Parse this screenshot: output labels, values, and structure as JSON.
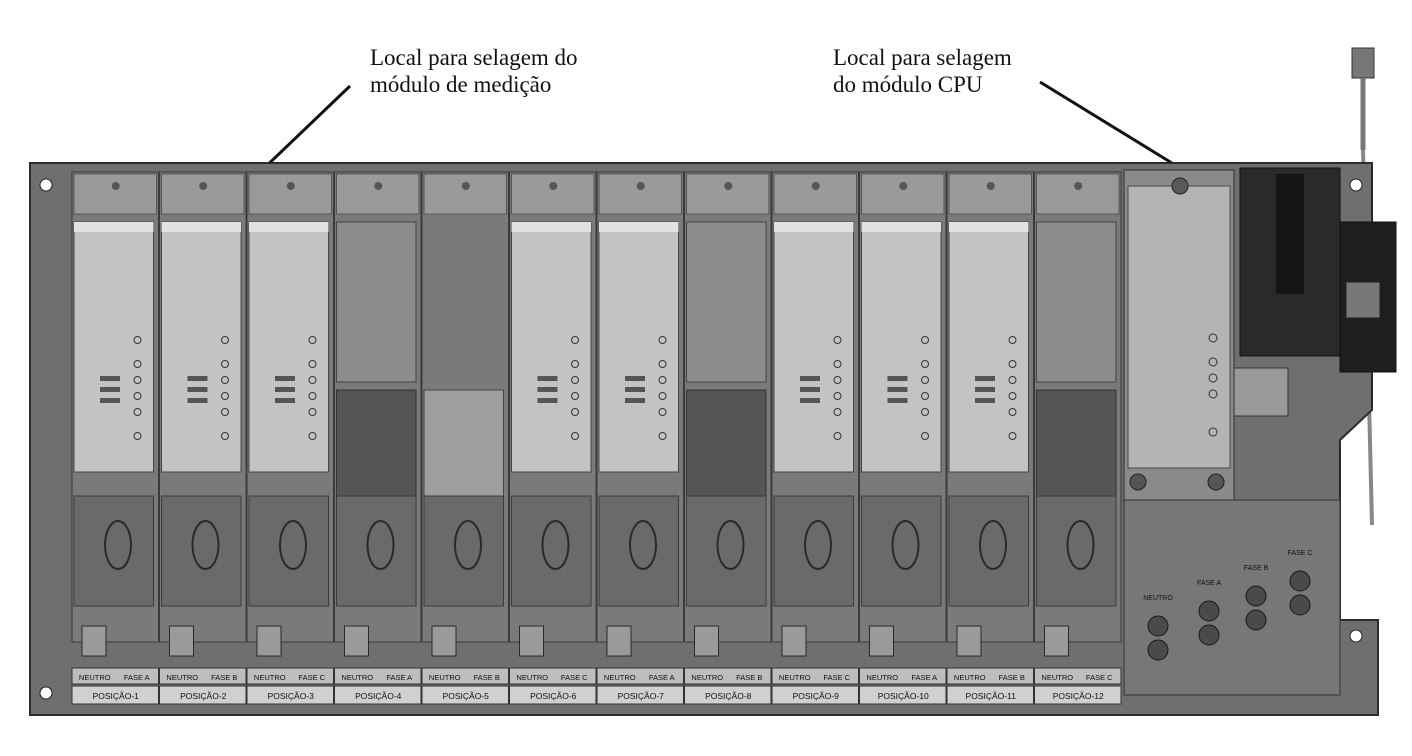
{
  "callouts": {
    "left": {
      "line1": "Local para selagem do",
      "line2": "módulo de medição"
    },
    "right": {
      "line1": "Local para selagem",
      "line2": "do módulo CPU"
    }
  },
  "positions": [
    {
      "label": "POSIÇÃO-1",
      "left": "NEUTRO",
      "right": "FASE A",
      "type": "meter"
    },
    {
      "label": "POSIÇÃO-2",
      "left": "NEUTRO",
      "right": "FASE B",
      "type": "meter"
    },
    {
      "label": "POSIÇÃO-3",
      "left": "NEUTRO",
      "right": "FASE C",
      "type": "meter"
    },
    {
      "label": "POSIÇÃO-4",
      "left": "NEUTRO",
      "right": "FASE A",
      "type": "empty"
    },
    {
      "label": "POSIÇÃO-5",
      "left": "NEUTRO",
      "right": "FASE B",
      "type": "blank"
    },
    {
      "label": "POSIÇÃO-6",
      "left": "NEUTRO",
      "right": "FASE C",
      "type": "meter"
    },
    {
      "label": "POSIÇÃO-7",
      "left": "NEUTRO",
      "right": "FASE A",
      "type": "meter"
    },
    {
      "label": "POSIÇÃO-8",
      "left": "NEUTRO",
      "right": "FASE B",
      "type": "empty"
    },
    {
      "label": "POSIÇÃO-9",
      "left": "NEUTRO",
      "right": "FASE C",
      "type": "meter"
    },
    {
      "label": "POSIÇÃO-10",
      "left": "NEUTRO",
      "right": "FASE A",
      "type": "meter"
    },
    {
      "label": "POSIÇÃO-11",
      "left": "NEUTRO",
      "right": "FASE B",
      "type": "meter"
    },
    {
      "label": "POSIÇÃO-12",
      "left": "NEUTRO",
      "right": "FASE C",
      "type": "empty"
    }
  ],
  "cpu_terminals": [
    "NEUTRO",
    "FASE A",
    "FASE B",
    "FASE C"
  ]
}
